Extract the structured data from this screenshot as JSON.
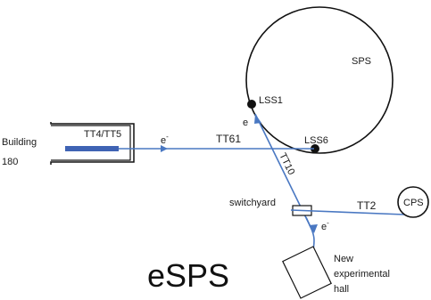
{
  "colors": {
    "beam": "#4a78c2",
    "outline": "#111111",
    "text": "#1a1a1a"
  },
  "labels": {
    "sps": "SPS",
    "lss1": "LSS1",
    "lss6": "LSS6",
    "building": "Building",
    "building_num": "180",
    "tt4_tt5": "TT4/TT5",
    "tt61": "TT61",
    "tt10": "TT10",
    "tt2": "TT2",
    "cps": "CPS",
    "switchyard": "switchyard",
    "electron": "e",
    "electron_sup": "-",
    "new": "New",
    "experimental": "experimental",
    "hall": "hall",
    "title": "eSPS"
  }
}
